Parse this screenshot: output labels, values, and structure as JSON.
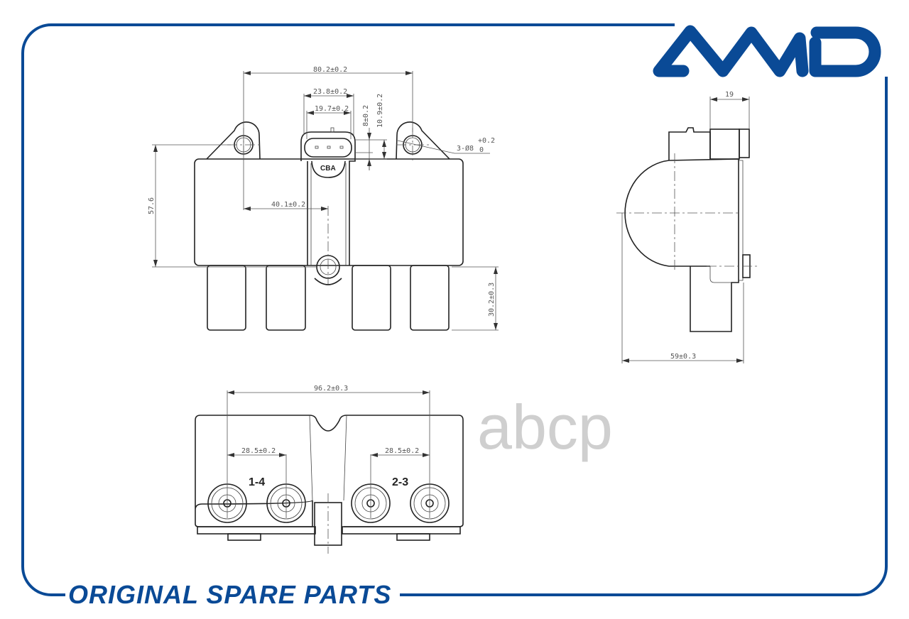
{
  "brand": {
    "logo_text": "AMD",
    "color": "#0a4a96"
  },
  "tagline": "ORIGINAL SPARE PARTS",
  "watermark": "abcp",
  "front_view": {
    "connector_label": "CBA",
    "dimensions": {
      "overall_hole_spacing": "80.2±0.2",
      "connector_outer_width": "23.8±0.2",
      "connector_inner_width": "19.7±0.2",
      "connector_height_1": "8±0.2",
      "connector_height_2": "10.9±0.2",
      "hole_spec": "3-Ø8",
      "hole_tol_upper": "+0.2",
      "hole_tol_lower": "0",
      "center_offset": "40.1±0.2",
      "body_height": "57.6",
      "tower_height": "30.2±0.3"
    }
  },
  "side_view": {
    "dimensions": {
      "connector_depth": "19",
      "overall_depth": "59±0.3"
    }
  },
  "bottom_view": {
    "pair_labels": [
      "1-4",
      "2-3"
    ],
    "dimensions": {
      "outer_spacing": "96.2±0.3",
      "pair_spacing_left": "28.5±0.2",
      "pair_spacing_right": "28.5±0.2"
    }
  }
}
